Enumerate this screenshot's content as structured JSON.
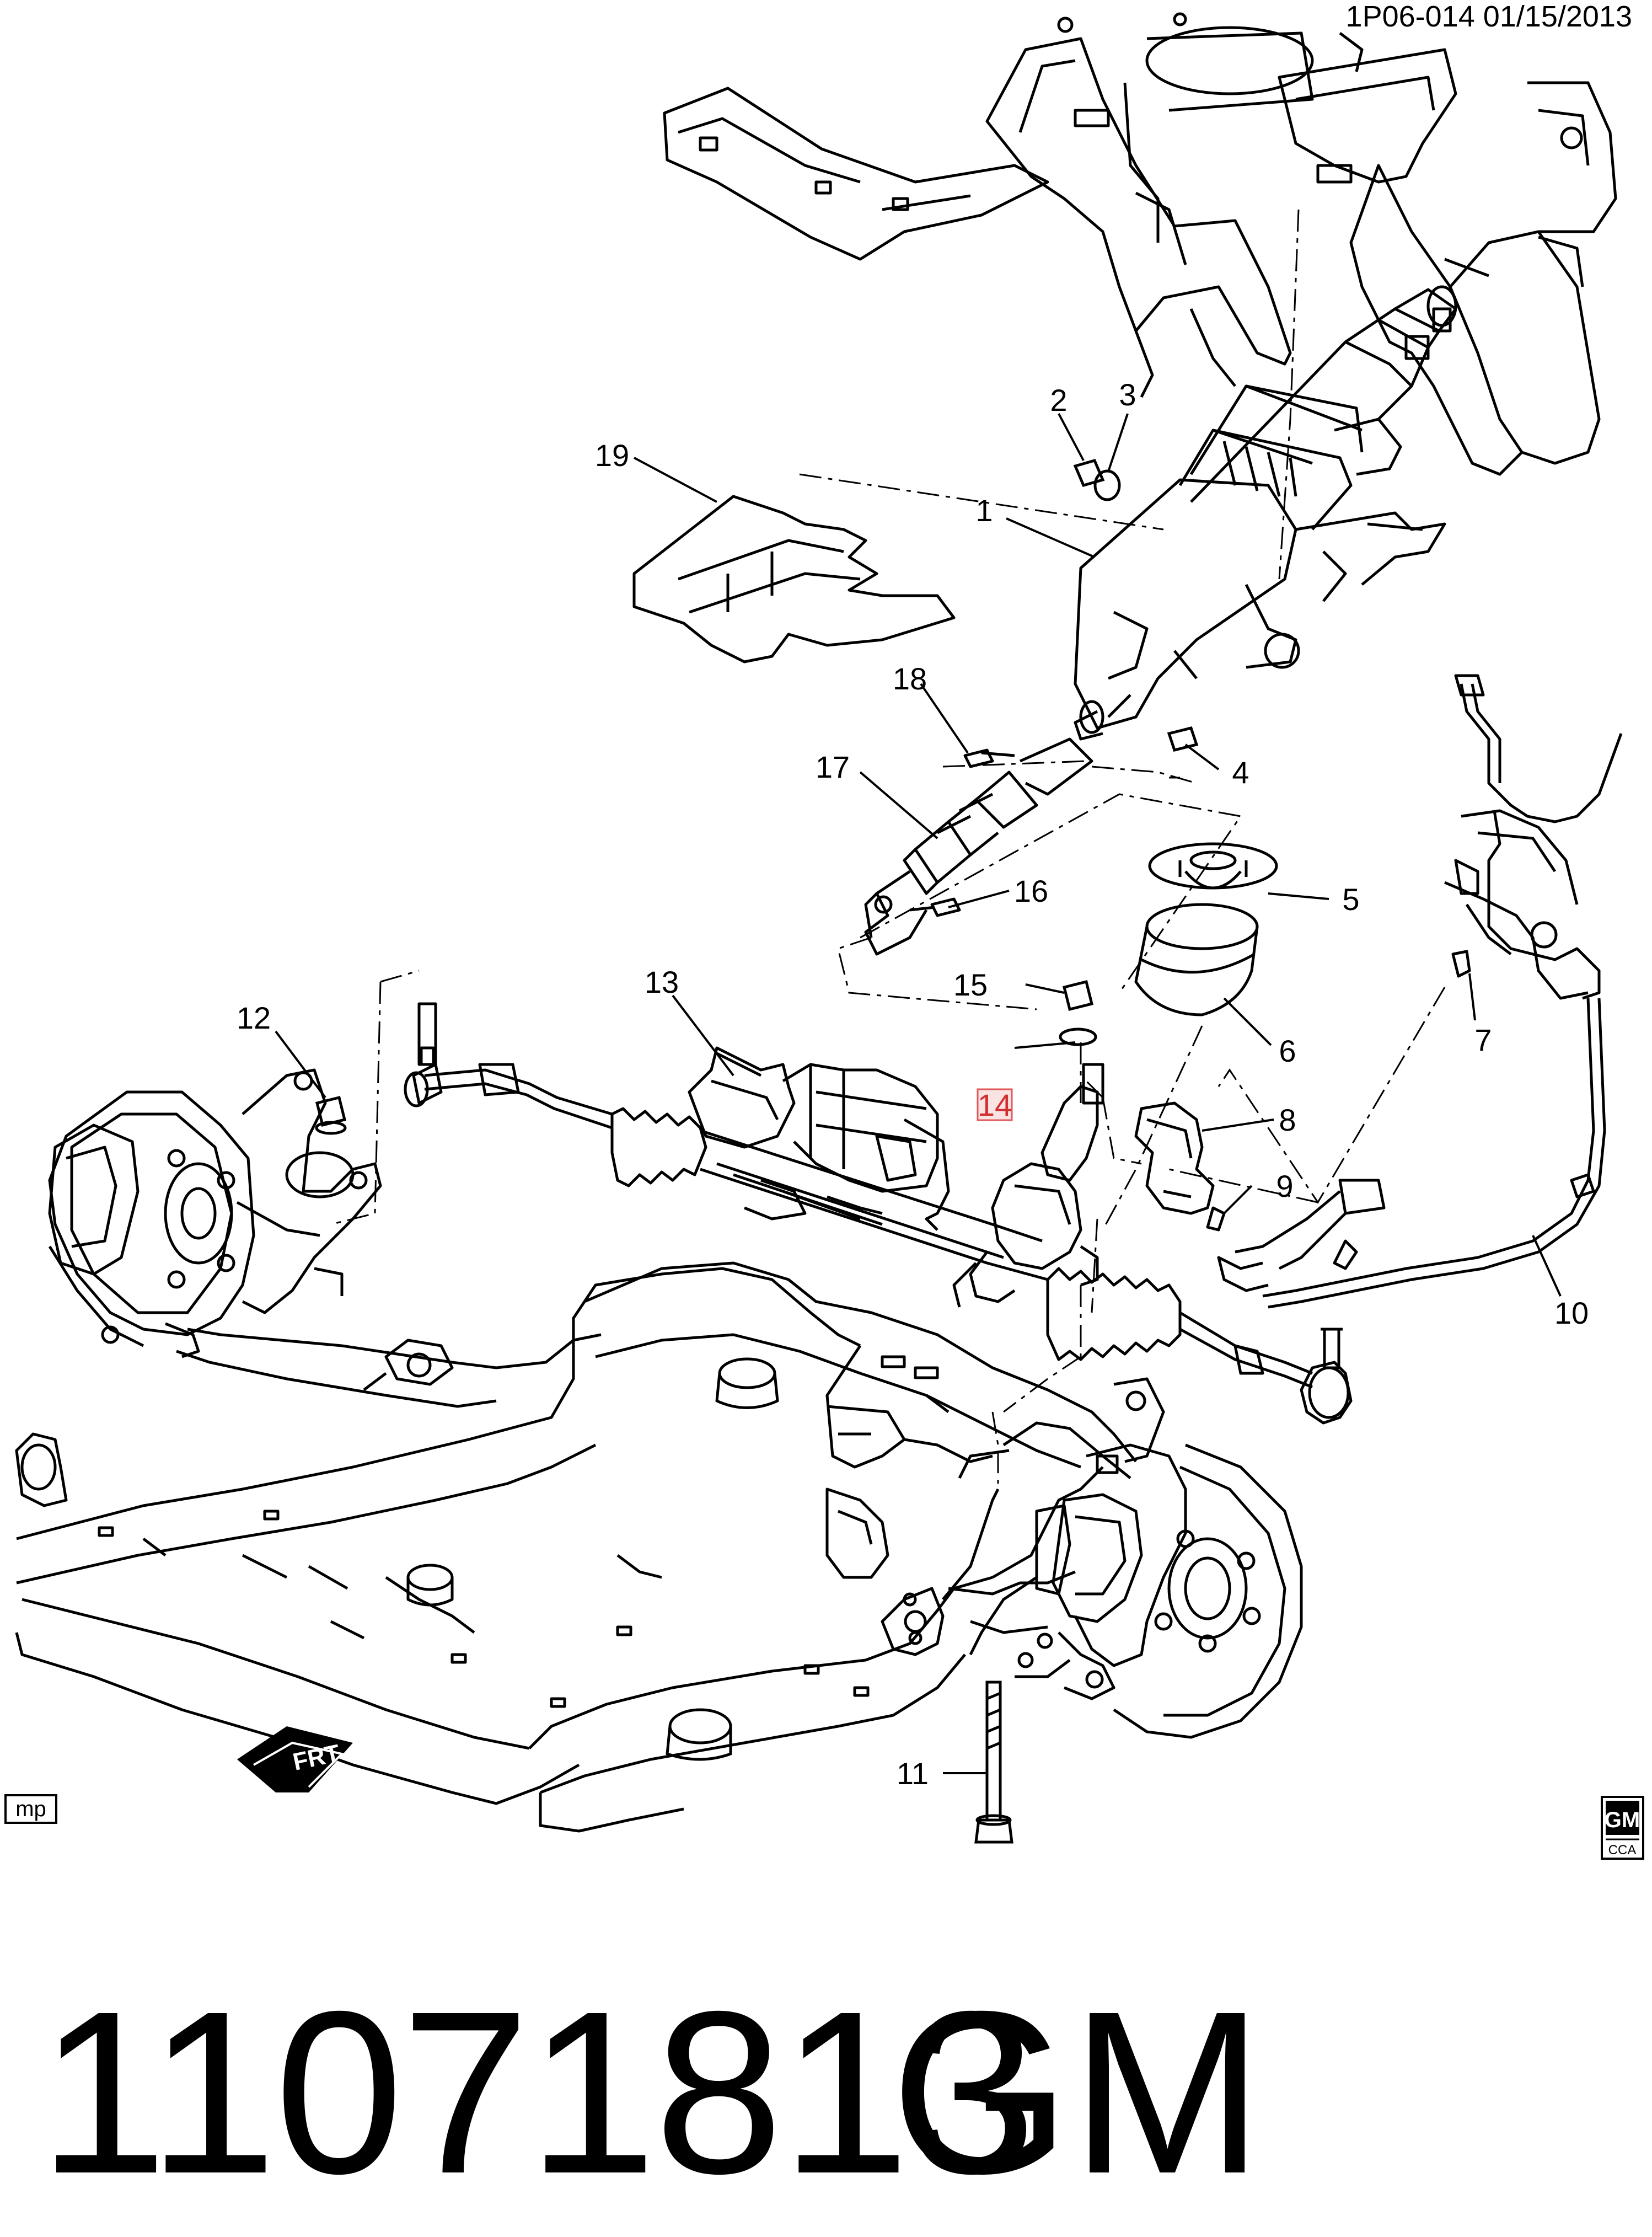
{
  "header": {
    "code": "1P06-014  01/15/2013"
  },
  "callouts": [
    {
      "id": "1",
      "label": "1"
    },
    {
      "id": "2",
      "label": "2"
    },
    {
      "id": "3",
      "label": "3"
    },
    {
      "id": "4",
      "label": "4"
    },
    {
      "id": "5",
      "label": "5"
    },
    {
      "id": "6",
      "label": "6"
    },
    {
      "id": "7",
      "label": "7"
    },
    {
      "id": "8",
      "label": "8"
    },
    {
      "id": "9",
      "label": "9"
    },
    {
      "id": "10",
      "label": "10"
    },
    {
      "id": "11",
      "label": "11"
    },
    {
      "id": "12",
      "label": "12"
    },
    {
      "id": "13",
      "label": "13"
    },
    {
      "id": "14",
      "label": "14",
      "highlighted": true
    },
    {
      "id": "15",
      "label": "15"
    },
    {
      "id": "16",
      "label": "16"
    },
    {
      "id": "17",
      "label": "17"
    },
    {
      "id": "18",
      "label": "18"
    },
    {
      "id": "19",
      "label": "19"
    }
  ],
  "badges": {
    "mp": "mp",
    "gm": "GM",
    "cca": "CCA",
    "frt": "FRT"
  },
  "footer": {
    "part_number": "11071813",
    "brand": "GM"
  },
  "colors": {
    "line": "#000000",
    "highlight_fill": "#fbe3e3",
    "highlight_stroke": "#e05a5a",
    "highlight_text": "#d03030"
  }
}
